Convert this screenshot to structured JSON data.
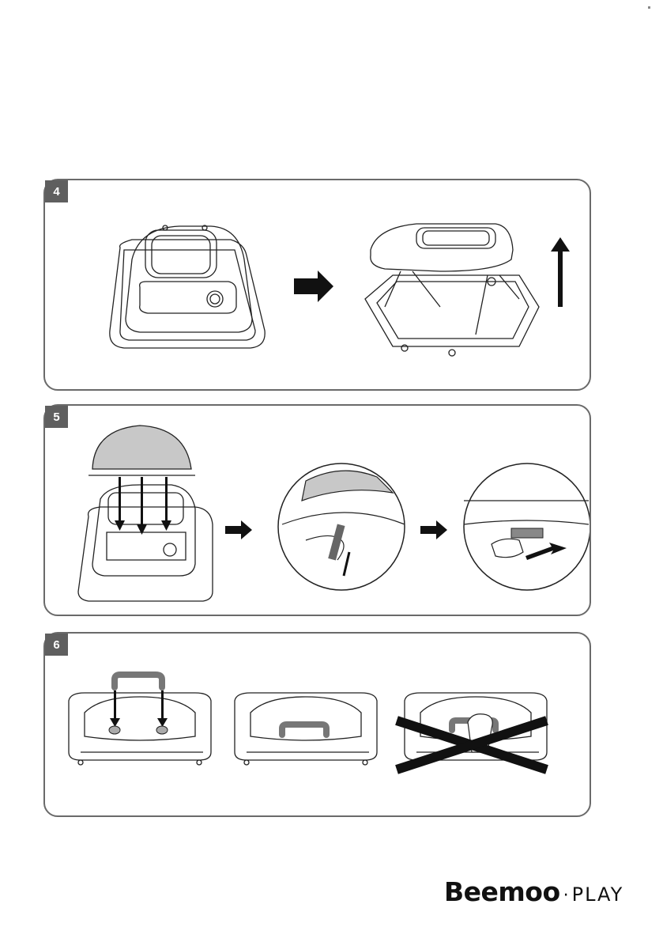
{
  "steps": [
    {
      "number": "4"
    },
    {
      "number": "5"
    },
    {
      "number": "6"
    }
  ],
  "brand": {
    "name": "Beemoo",
    "separator": "·",
    "sub": "PLAY"
  },
  "colors": {
    "border": "#6a6a6a",
    "badge": "#5f5f5f",
    "line": "#222222",
    "fill_gray": "#c8c8c8",
    "dark": "#111111"
  }
}
